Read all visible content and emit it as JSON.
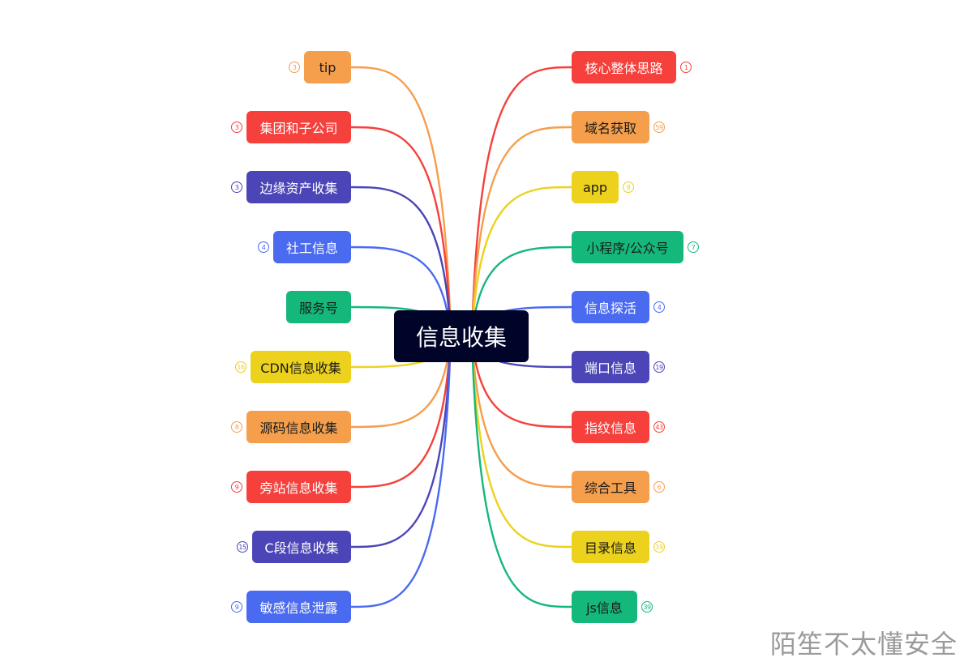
{
  "root": {
    "label": "信息收集"
  },
  "watermark": "陌笙不太懂安全",
  "palette": {
    "red": "#f5403c",
    "orange": "#f59e4c",
    "yellow": "#ecd21c",
    "green": "#14b87a",
    "blue": "#4a6af0",
    "indigo": "#4b45b8"
  },
  "left_branches": [
    {
      "label": "tip",
      "count": "3",
      "color": "orange"
    },
    {
      "label": "集团和子公司",
      "count": "3",
      "color": "red"
    },
    {
      "label": "边缘资产收集",
      "count": "3",
      "color": "indigo"
    },
    {
      "label": "社工信息",
      "count": "4",
      "color": "blue"
    },
    {
      "label": "服务号",
      "count": "",
      "color": "green"
    },
    {
      "label": "CDN信息收集",
      "count": "16",
      "color": "yellow"
    },
    {
      "label": "源码信息收集",
      "count": "8",
      "color": "orange"
    },
    {
      "label": "旁站信息收集",
      "count": "9",
      "color": "red"
    },
    {
      "label": "C段信息收集",
      "count": "15",
      "color": "indigo"
    },
    {
      "label": "敏感信息泄露",
      "count": "9",
      "color": "blue"
    }
  ],
  "right_branches": [
    {
      "label": "核心整体思路",
      "count": "1",
      "color": "red"
    },
    {
      "label": "域名获取",
      "count": "59",
      "color": "orange"
    },
    {
      "label": "app",
      "count": "8",
      "color": "yellow"
    },
    {
      "label": "小程序/公众号",
      "count": "7",
      "color": "green"
    },
    {
      "label": "信息探活",
      "count": "4",
      "color": "blue"
    },
    {
      "label": "端口信息",
      "count": "19",
      "color": "indigo"
    },
    {
      "label": "指纹信息",
      "count": "43",
      "color": "red"
    },
    {
      "label": "综合工具",
      "count": "6",
      "color": "orange"
    },
    {
      "label": "目录信息",
      "count": "19",
      "color": "yellow"
    },
    {
      "label": "js信息",
      "count": "39",
      "color": "green"
    }
  ]
}
